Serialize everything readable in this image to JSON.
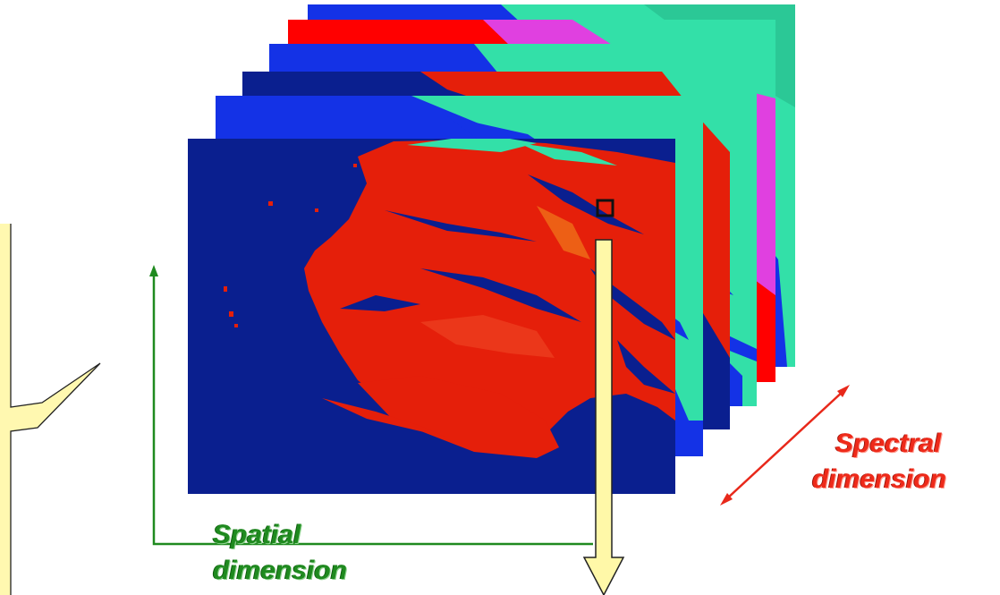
{
  "labels": {
    "spatial_line1": "Spatial",
    "spatial_line2": "dimension",
    "spectral_line1": "Spectral",
    "spectral_line2": "dimension"
  },
  "colors": {
    "background_blue": "#0a1f8f",
    "bright_blue": "#1432e6",
    "feature_red": "#e51f0a",
    "teal": "#33e0a8",
    "magenta": "#e040e0",
    "pure_red": "#ff0000",
    "spatial_green": "#1f8a1f",
    "spectral_red": "#ee2a1a",
    "pixel_arrow_fill": "#fff8a8",
    "callout_fill": "#fff8b0"
  },
  "icons": {
    "spatial_arrow": "green-elbow-arrow-icon",
    "spectral_arrow": "red-double-arrow-icon",
    "pixel_arrow": "yellow-down-arrow-icon",
    "selected_pixel": "pixel-selection-square-icon"
  }
}
